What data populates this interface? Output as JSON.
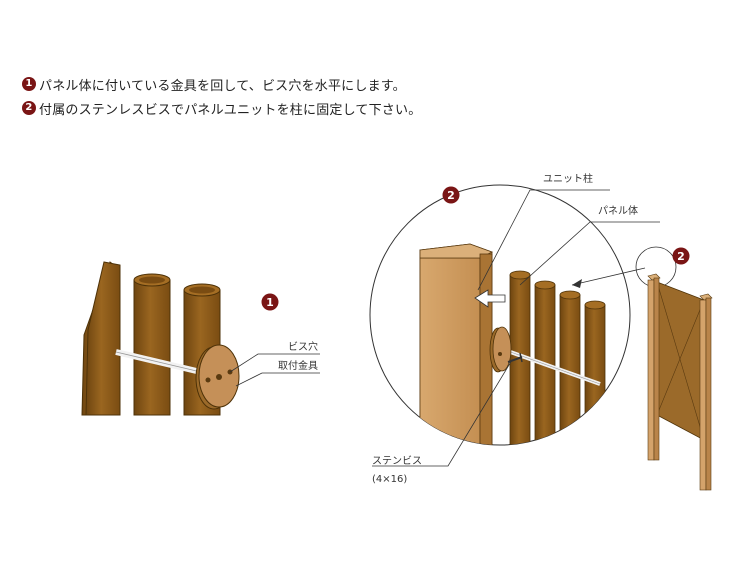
{
  "instructions": [
    {
      "num": "1",
      "text": "パネル体に付いている金具を回して、ビス穴を水平にします。"
    },
    {
      "num": "2",
      "text": "付属のステンレスビスでパネルユニットを柱に固定して下さい。"
    }
  ],
  "diagram": {
    "badges": {
      "step1": "1",
      "step2": "2",
      "detail": "2"
    },
    "labels": {
      "screw_hole": "ビス穴",
      "fitting": "取付金具",
      "unit_post": "ユニット柱",
      "panel_body": "パネル体",
      "stainless_screw": "ステンビス",
      "screw_size": "(4×16)"
    },
    "colors": {
      "wood_dark": "#8a5a18",
      "wood_light": "#c9955a",
      "post_face": "#d4a36b",
      "badge": "#7a1515"
    }
  }
}
